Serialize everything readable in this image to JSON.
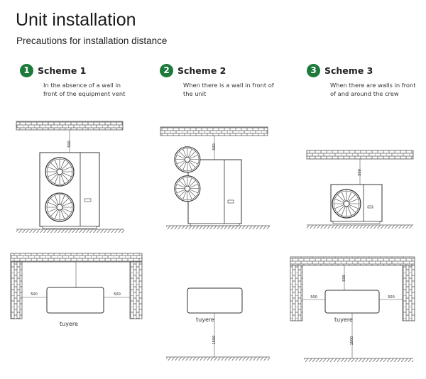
{
  "header": {
    "title": "Unit installation",
    "subtitle": "Precautions for installation distance"
  },
  "colors": {
    "accent": "#1e7a3c",
    "line": "#555555"
  },
  "schemes": [
    {
      "number": "1",
      "name": "Scheme 1",
      "description": "In the absence of a wall in front of the equipment vent"
    },
    {
      "number": "2",
      "name": "Scheme 2",
      "description": "When there is a wall in front of the unit"
    },
    {
      "number": "3",
      "name": "Scheme 3",
      "description": "When there are walls in front of and around the crew"
    }
  ],
  "dimensions": {
    "s1_side_top": "500",
    "s1_plan_left": "500",
    "s1_plan_right": "500",
    "s2_side_top": "500",
    "s2_plan_front": "1500",
    "s3_side_top": "500",
    "s3_plan_top": "500",
    "s3_plan_left": "500",
    "s3_plan_right": "500",
    "s3_plan_front": "1500"
  },
  "labels": {
    "tuyere": "tuyere"
  }
}
